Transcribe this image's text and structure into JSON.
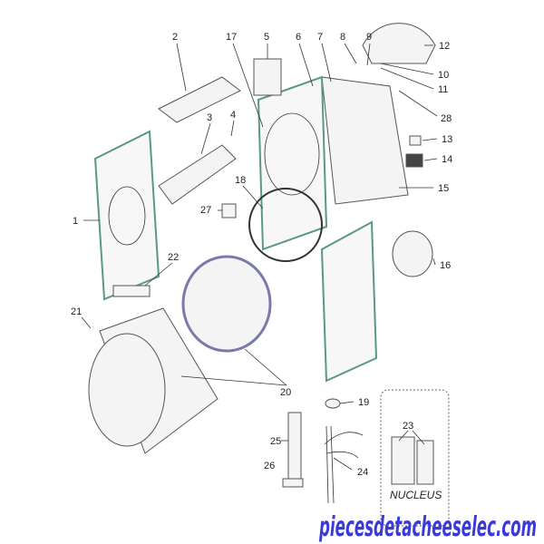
{
  "diagram": {
    "labels": {
      "l1": "1",
      "l2": "2",
      "l3": "3",
      "l4": "4",
      "l5": "5",
      "l6": "6",
      "l7": "7",
      "l8": "8",
      "l9": "9",
      "l10": "10",
      "l11": "11",
      "l12": "12",
      "l13": "13",
      "l14": "14",
      "l15": "15",
      "l16": "16",
      "l17": "17",
      "l18": "18",
      "l19": "19",
      "l20": "20",
      "l21": "21",
      "l22": "22",
      "l23": "23",
      "l24": "24",
      "l25": "25",
      "l26": "26",
      "l27": "27",
      "l28": "28"
    },
    "kit_label": "NUCLEUS",
    "watermark": "piecesdetacheeselec.com",
    "colors": {
      "frame": "#5a9a7a",
      "watermark": "#3a3ad8"
    }
  }
}
